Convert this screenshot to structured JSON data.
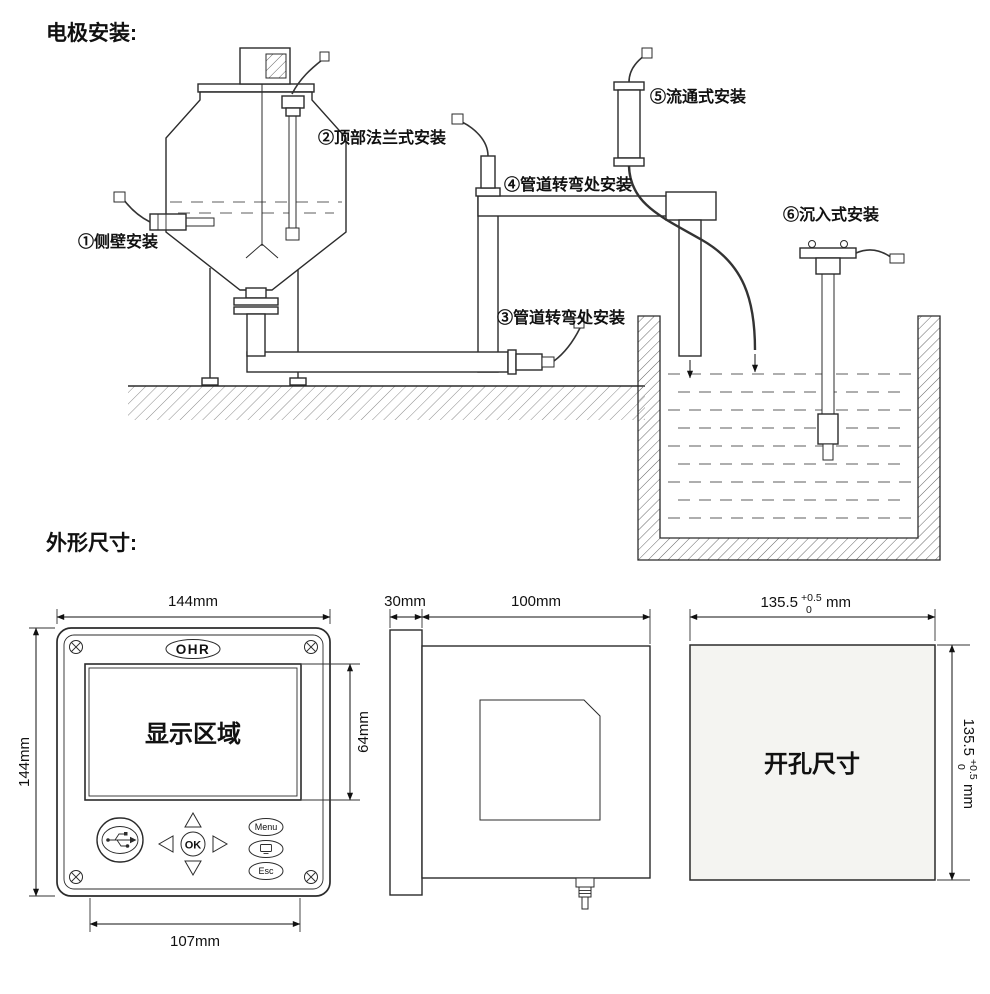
{
  "sections": {
    "install_title": "电极安装:",
    "dims_title": "外形尺寸:"
  },
  "install": {
    "labels": [
      "①侧壁安装",
      "②顶部法兰式安装",
      "③管道转弯处安装",
      "④管道转弯处安装",
      "⑤流通式安装",
      "⑥沉入式安装"
    ]
  },
  "front_view": {
    "brand": "OHR",
    "display_text": "显示区域",
    "buttons": {
      "ok": "OK",
      "menu": "Menu",
      "esc": "Esc"
    },
    "dims": {
      "width": "144mm",
      "height": "144mm",
      "display_height": "64mm",
      "cutout_width": "107mm"
    }
  },
  "side_view": {
    "dims": {
      "bezel_depth": "30mm",
      "body_depth": "100mm"
    }
  },
  "cutout_view": {
    "label": "开孔尺寸",
    "dims": {
      "size": "135.5",
      "tol_plus": "+0.5",
      "tol_zero": "0",
      "unit": "mm"
    }
  }
}
